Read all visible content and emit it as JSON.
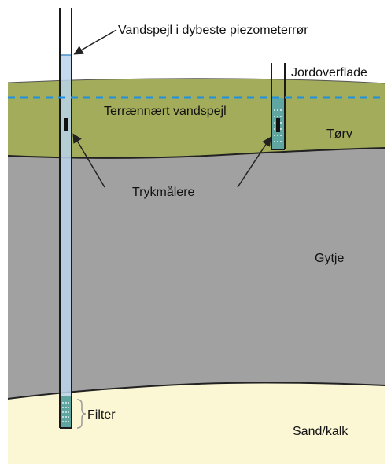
{
  "labels": {
    "deep_water_level": "Vandspejl i dybeste piezometerrør",
    "ground_surface": "Jordoverflade",
    "shallow_water_level": "Terrænnært vandspejl",
    "peat": "Tørv",
    "pressure_gauges": "Trykmålere",
    "gyttja": "Gytje",
    "filter": "Filter",
    "sand_chalk": "Sand/kalk"
  },
  "layers": [
    {
      "name": "Tørv",
      "color": "#a3ac5a"
    },
    {
      "name": "Gytje",
      "color": "#a1a1a1"
    },
    {
      "name": "Sand/kalk",
      "color": "#fbf7d4"
    }
  ],
  "colors": {
    "water_line": "#1e90e0",
    "pipe_water": "#b8d4ec",
    "pipe_wall": "#1a1a1a",
    "filter": "#5fa5a0",
    "outline": "#333333"
  },
  "icons": [
    "pressure-gauge-icon",
    "pressure-gauge-icon"
  ]
}
